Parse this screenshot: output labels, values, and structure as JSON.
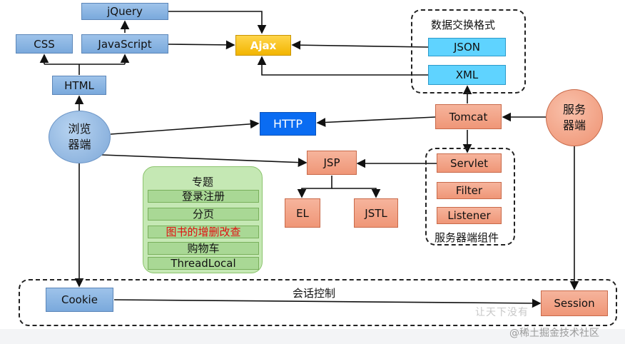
{
  "nodes": {
    "jquery": "jQuery",
    "css": "CSS",
    "javascript": "JavaScript",
    "html": "HTML",
    "ajax": "Ajax",
    "browser_line1": "浏览",
    "browser_line2": "器端",
    "http": "HTTP",
    "tomcat": "Tomcat",
    "server_line1": "服务",
    "server_line2": "器端",
    "json": "JSON",
    "xml": "XML",
    "jsp": "JSP",
    "el": "EL",
    "jstl": "JSTL",
    "servlet": "Servlet",
    "filter": "Filter",
    "listener": "Listener",
    "cookie": "Cookie",
    "session": "Session"
  },
  "groups": {
    "data_exchange_title": "数据交换格式",
    "server_components_title": "服务器端组件",
    "session_control_title": "会话控制"
  },
  "special_topics": {
    "title": "专题",
    "items": [
      {
        "label": "登录注册"
      },
      {
        "label": "分页"
      },
      {
        "label": "图书的增删改查"
      },
      {
        "label": "购物车"
      },
      {
        "label": "ThreadLocal"
      }
    ]
  },
  "watermark": {
    "stamp": "让天下没有",
    "credit": "@稀土掘金技术社区"
  },
  "colors": {
    "blue_node": "#7aa9dc",
    "cyan_node": "#5fd3ff",
    "salmon_node": "#ef9677",
    "ajax_node": "#f2b500",
    "http_node": "#0a6cf2",
    "topic_panel": "#c5e8b4",
    "highlight_text": "#e01010"
  }
}
